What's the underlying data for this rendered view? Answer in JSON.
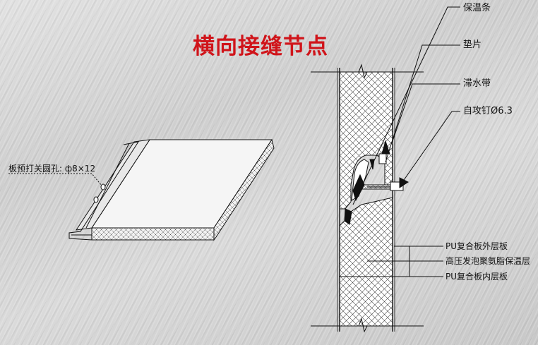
{
  "title": "横向接缝节点",
  "labels": {
    "insulation_strip": "保温条",
    "gasket": "垫片",
    "water_stop_tape": "滞水带",
    "self_tapping_screw": "自攻钉Ø6.3",
    "pre_drilled_holes": "板预打关圆孔: ф8×12",
    "outer_skin": "PU复合板外层板",
    "foam_core": "高压发泡聚氨脂保温层",
    "inner_skin": "PU复合板内层板"
  },
  "colors": {
    "title": "#d0141a",
    "line": "#111111",
    "panel_top": "#f4f4f4",
    "hatch": "#444444"
  }
}
